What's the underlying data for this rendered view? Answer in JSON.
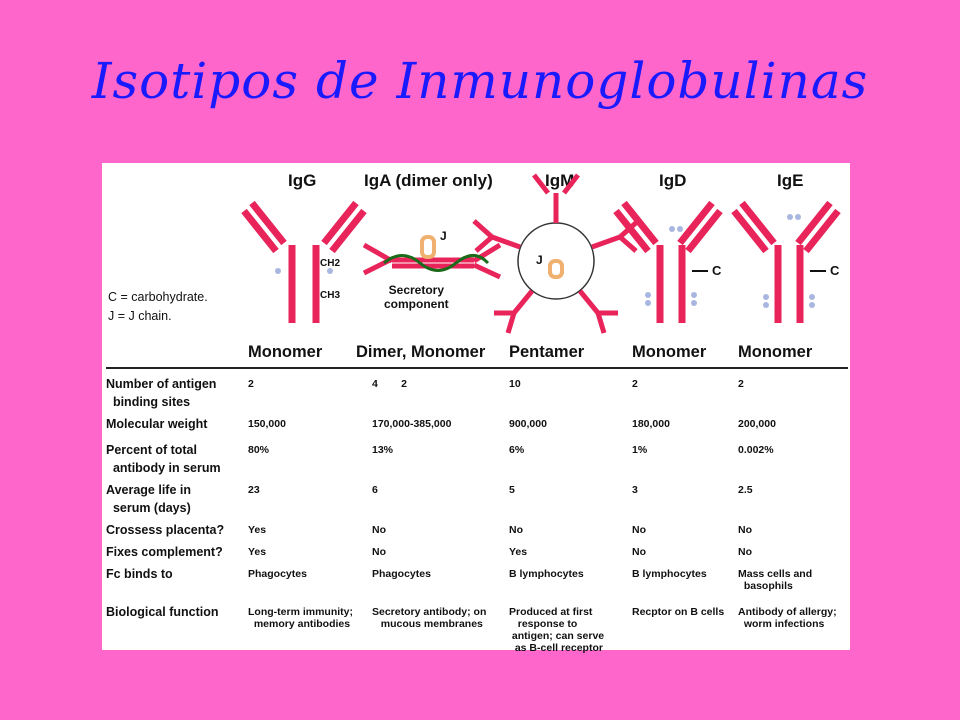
{
  "title": "Isotipos de Inmunoglobulinas",
  "columns": [
    "IgG",
    "IgA (dimer only)",
    "IgM",
    "IgD",
    "IgE"
  ],
  "legend": [
    "C = carbohydrate.",
    "J = J chain."
  ],
  "figure_labels": {
    "ch2": "CH2",
    "ch3": "CH3",
    "j_iga": "J",
    "secretory": "Secretory\ncomponent",
    "j_igm": "J",
    "c_igd": "C",
    "c_ige": "C"
  },
  "types": [
    "Monomer",
    "Dimer, Monomer",
    "Pentamer",
    "Monomer",
    "Monomer"
  ],
  "rows": [
    {
      "label": "Number of antigen\n  binding sites",
      "cells": [
        "2",
        "4        2",
        "10",
        "2",
        "2"
      ]
    },
    {
      "label": "Molecular weight",
      "cells": [
        "150,000",
        "170,000-385,000",
        "900,000",
        "180,000",
        "200,000"
      ]
    },
    {
      "label": "Percent of total\n  antibody in serum",
      "cells": [
        "80%",
        "13%",
        "6%",
        "1%",
        "0.002%"
      ]
    },
    {
      "label": "Average life in\n  serum (days)",
      "cells": [
        "23",
        "6",
        "5",
        "3",
        "2.5"
      ]
    },
    {
      "label": "Crossess placenta?",
      "cells": [
        "Yes",
        "No",
        "No",
        "No",
        "No"
      ]
    },
    {
      "label": "Fixes complement?",
      "cells": [
        "Yes",
        "No",
        "Yes",
        "No",
        "No"
      ]
    },
    {
      "label": "Fc binds to",
      "cells": [
        "Phagocytes",
        "Phagocytes",
        "B lymphocytes",
        "B lymphocytes",
        "Mass cells and\n  basophils"
      ]
    },
    {
      "label": "Biological function",
      "cells": [
        "Long-term immunity;\n  memory antibodies",
        "Secretory antibody; on\n   mucous membranes",
        "Produced at first\n   response to\n antigen; can serve\n  as B-cell receptor",
        "Recptor on B cells",
        "Antibody of allergy;\n  worm infections"
      ]
    }
  ]
}
